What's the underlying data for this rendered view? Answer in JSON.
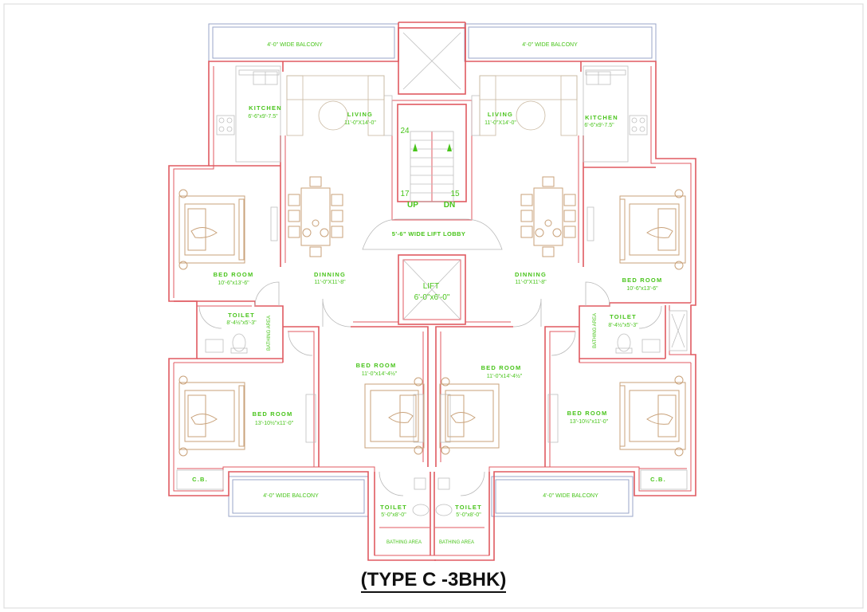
{
  "title": "(TYPE C -3BHK)",
  "colors": {
    "wall": "#e05a60",
    "label": "#48c41a",
    "furniture": "#c9a27a",
    "balcony": "#9aa6c8"
  },
  "rooms": {
    "balcony_top_left": {
      "name": "4'-0\" WIDE BALCONY"
    },
    "balcony_top_right": {
      "name": "4'-0\" WIDE BALCONY"
    },
    "balcony_bottom_left": {
      "name": "4'-0\" WIDE BALCONY"
    },
    "balcony_bottom_right": {
      "name": "4'-0\" WIDE BALCONY"
    },
    "kitchen_left": {
      "name": "KITCHEN",
      "size": "6'-6\"x9'-7.5\""
    },
    "kitchen_right": {
      "name": "KITCHEN",
      "size": "6'-6\"x9'-7.5\""
    },
    "living_left": {
      "name": "LIVING",
      "size": "11'-0\"X14'-0\""
    },
    "living_right": {
      "name": "LIVING",
      "size": "11'-0\"X14'-0\""
    },
    "dinning_left": {
      "name": "DINNING",
      "size": "11'-0\"X11'-8\""
    },
    "dinning_right": {
      "name": "DINNING",
      "size": "11'-0\"X11'-8\""
    },
    "bedroom_left_top": {
      "name": "BED ROOM",
      "size": "10'-6\"x13'-6\""
    },
    "bedroom_right_top": {
      "name": "BED ROOM",
      "size": "10'-6\"x13'-6\""
    },
    "bedroom_left_bottom": {
      "name": "BED ROOM",
      "size": "13'-10½\"x11'-0\""
    },
    "bedroom_right_bottom": {
      "name": "BED ROOM",
      "size": "13'-10½\"x11'-0\""
    },
    "bedroom_center_left": {
      "name": "BED ROOM",
      "size": "11'-0\"x14'-4½\""
    },
    "bedroom_center_right": {
      "name": "BED ROOM",
      "size": "11'-0\"x14'-4½\""
    },
    "toilet_left": {
      "name": "TOILET",
      "size": "8'-4½\"x5'-3\""
    },
    "toilet_right": {
      "name": "TOILET",
      "size": "8'-4½\"x5'-3\""
    },
    "toilet_center_left": {
      "name": "TOILET",
      "size": "5'-0\"x8'-0\""
    },
    "toilet_center_right": {
      "name": "TOILET",
      "size": "5'-0\"x8'-0\""
    },
    "bathing_left": {
      "name": "BATHING AREA"
    },
    "bathing_right": {
      "name": "BATHING AREA"
    },
    "bathing_center_left": {
      "name": "BATHING AREA"
    },
    "bathing_center_right": {
      "name": "BATHING AREA"
    },
    "cb_left": {
      "name": "C.B."
    },
    "cb_right": {
      "name": "C.B."
    },
    "lift_lobby": {
      "name": "5'-6\" WIDE LIFT LOBBY"
    },
    "lift": {
      "name": "LIFT",
      "size": "6'-0\"x6'-0\""
    }
  },
  "stairs": {
    "top": "24",
    "left": "17",
    "right": "15",
    "up": "UP",
    "down": "DN"
  }
}
